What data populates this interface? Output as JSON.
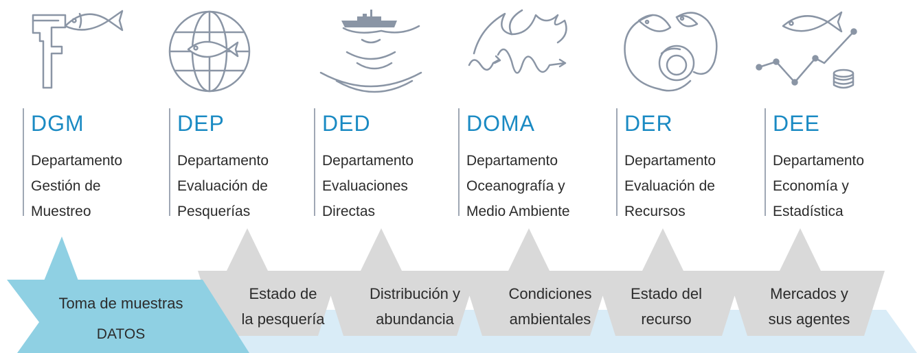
{
  "departments": [
    {
      "code": "DGM",
      "lines": [
        "Departamento",
        "Gestión de",
        "Muestreo"
      ],
      "icon": "caliper-fish-icon"
    },
    {
      "code": "DEP",
      "lines": [
        "Departamento",
        "Evaluación de",
        "Pesquerías"
      ],
      "icon": "globe-fish-icon"
    },
    {
      "code": "DED",
      "lines": [
        "Departamento",
        "Evaluaciones",
        "Directas"
      ],
      "icon": "ship-sonar-icon"
    },
    {
      "code": "DOMA",
      "lines": [
        "Departamento",
        "Oceanografía y",
        "Medio Ambiente"
      ],
      "icon": "ocean-waves-icon"
    },
    {
      "code": "DER",
      "lines": [
        "Departamento",
        "Evaluación de",
        "Recursos"
      ],
      "icon": "fish-cycle-icon"
    },
    {
      "code": "DEE",
      "lines": [
        "Departamento",
        "Economía y",
        "Estadística"
      ],
      "icon": "fish-market-chart-icon"
    }
  ],
  "stages": [
    {
      "lines": [
        "Toma de muestras",
        "DATOS"
      ],
      "highlight": true
    },
    {
      "lines": [
        "Estado de",
        "la pesquería"
      ],
      "highlight": false
    },
    {
      "lines": [
        "Distribución y",
        "abundancia"
      ],
      "highlight": false
    },
    {
      "lines": [
        "Condiciones",
        "ambientales"
      ],
      "highlight": false
    },
    {
      "lines": [
        "Estado del",
        "recurso"
      ],
      "highlight": false
    },
    {
      "lines": [
        "Mercados y",
        "sus agentes"
      ],
      "highlight": false
    }
  ],
  "colors": {
    "accent": "#1a8ac3",
    "icon_stroke": "#8a95a5",
    "highlight_fill": "#8fd0e3",
    "stage_fill": "#d9d9d9",
    "band_fill": "#d9ecf7",
    "divider": "#9fa7b4",
    "text": "#2b2b2b"
  }
}
